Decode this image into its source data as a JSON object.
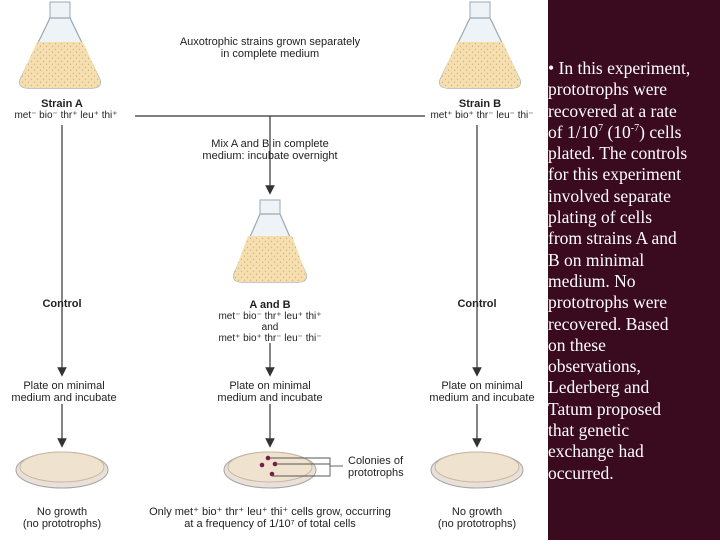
{
  "diagram": {
    "top_caption": [
      "Auxotrophic strains grown separately",
      "in complete medium"
    ],
    "strain_a": {
      "title": "Strain A",
      "genotype": "met⁻ bio⁻ thr⁺ leu⁺ thi⁺"
    },
    "strain_b": {
      "title": "Strain B",
      "genotype": "met⁺ bio⁺ thr⁻ leu⁻ thi⁻"
    },
    "mix_caption": [
      "Mix A and B in complete",
      "medium: incubate overnight"
    ],
    "mixed": {
      "title": "A and B",
      "genotype_a": "met⁻ bio⁻ thr⁺ leu⁺ thi⁺",
      "and": "and",
      "genotype_b": "met⁺ bio⁺ thr⁻ leu⁻ thi⁻"
    },
    "control_left": "Control",
    "control_right": "Control",
    "plate_left": [
      "Plate on minimal",
      "medium and incubate"
    ],
    "plate_center": [
      "Plate on minimal",
      "medium and incubate"
    ],
    "plate_right": [
      "Plate on minimal",
      "medium and incubate"
    ],
    "colonies_label": [
      "Colonies of",
      "prototrophs"
    ],
    "result_left": [
      "No growth",
      "(no prototrophs)"
    ],
    "result_center": [
      "Only met⁺ bio⁺ thr⁺ leu⁺ thi⁺ cells grow, occurring",
      "at a frequency of 1/10⁷ of total cells"
    ],
    "result_right": [
      "No growth",
      "(no prototrophs)"
    ]
  },
  "side_panel": {
    "lines": [
      "• In this experiment,",
      "prototrophs were",
      "recovered at a rate",
      "of 1/10",
      "7",
      " (10",
      "-7",
      ") cells",
      "plated. The controls",
      "for this experiment",
      "involved separate",
      "plating of cells",
      "from strains A and",
      "B on minimal",
      "medium. No",
      "prototrophs were",
      "recovered. Based",
      "on these",
      "observations,",
      "Lederberg and",
      "Tatum proposed",
      "that genetic",
      "exchange had",
      "occurred."
    ]
  },
  "colors": {
    "side_background": "#3a0a1e",
    "side_text": "#ffffff",
    "medium": "#f5deb0",
    "plate": "#efe2cf",
    "colony": "#7a1a4a"
  }
}
